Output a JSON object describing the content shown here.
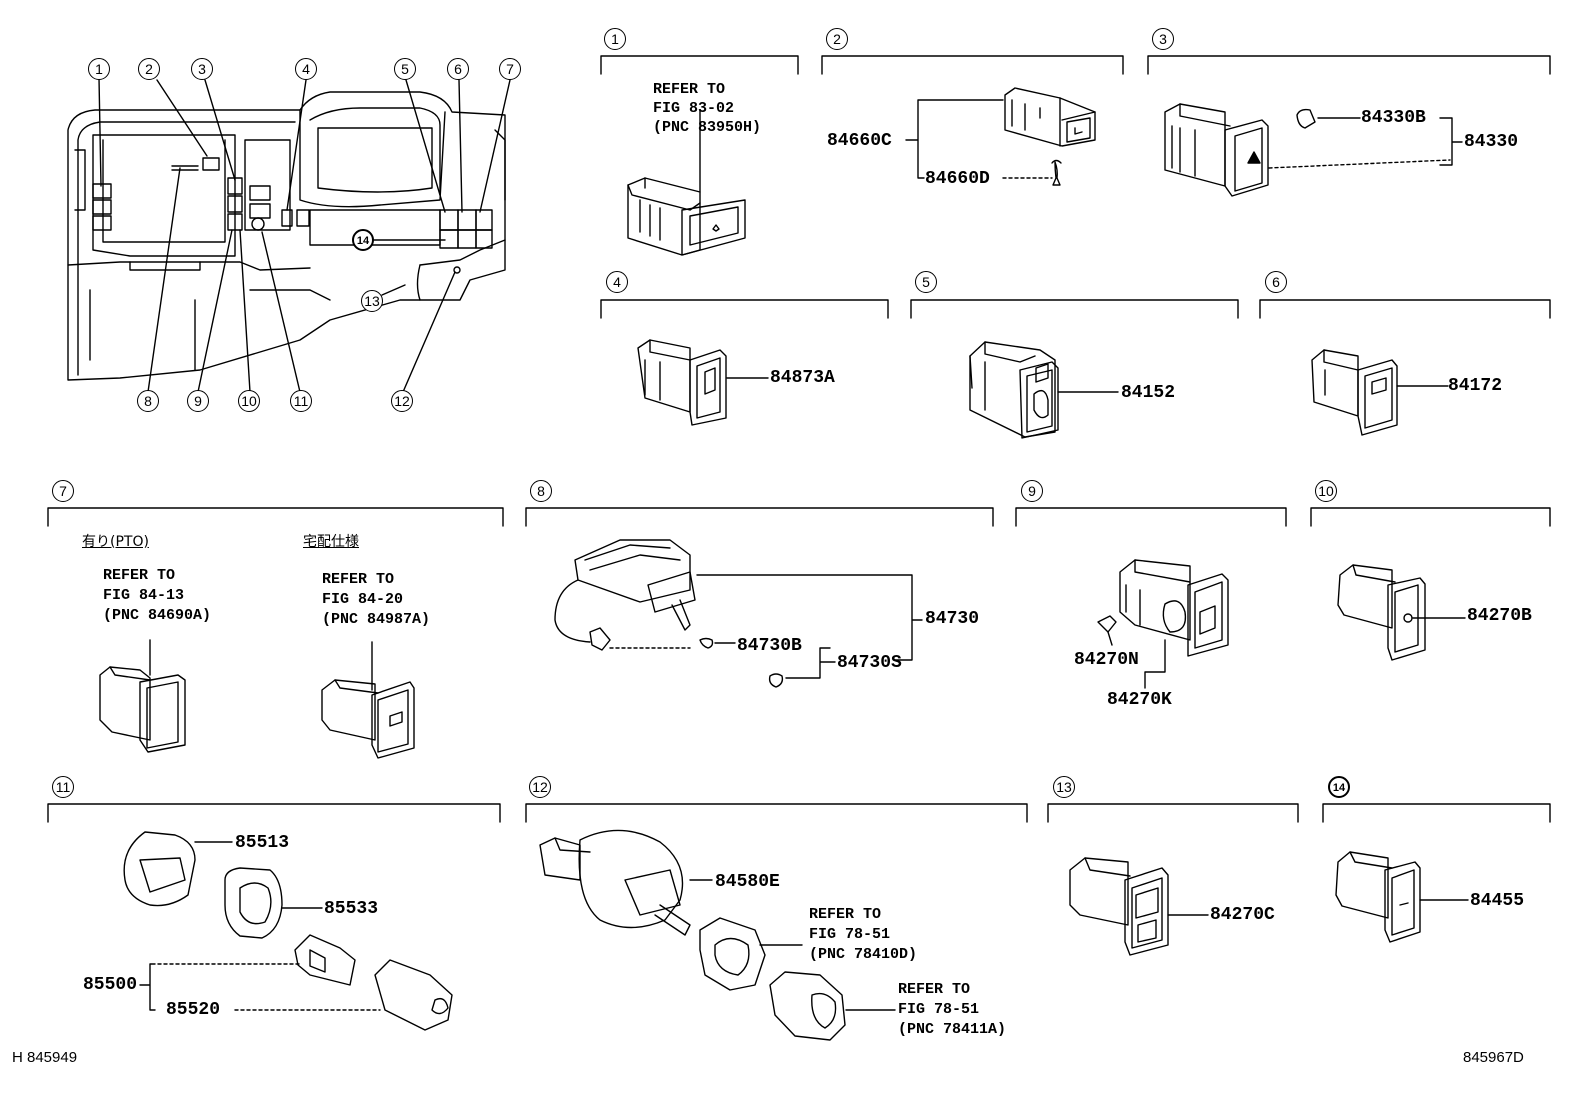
{
  "overview": {
    "callouts": [
      "1",
      "2",
      "3",
      "4",
      "5",
      "6",
      "7",
      "8",
      "9",
      "10",
      "11",
      "12",
      "13",
      "14"
    ]
  },
  "sections": {
    "s1": {
      "num": "1",
      "ref": [
        "REFER TO",
        "FIG 83-02",
        "(PNC 83950H)"
      ]
    },
    "s2": {
      "num": "2",
      "labels": [
        "84660C",
        "84660D"
      ]
    },
    "s3": {
      "num": "3",
      "labels": [
        "84330B",
        "84330"
      ]
    },
    "s4": {
      "num": "4",
      "labels": [
        "84873A"
      ]
    },
    "s5": {
      "num": "5",
      "labels": [
        "84152"
      ]
    },
    "s6": {
      "num": "6",
      "labels": [
        "84172"
      ]
    },
    "s7": {
      "num": "7",
      "variant_a": "有り(PTO)",
      "variant_b": "宅配仕様",
      "ref_a": [
        "REFER TO",
        "FIG 84-13",
        "(PNC 84690A)"
      ],
      "ref_b": [
        "REFER TO",
        "FIG 84-20",
        "(PNC 84987A)"
      ]
    },
    "s8": {
      "num": "8",
      "labels": [
        "84730",
        "84730B",
        "84730S"
      ]
    },
    "s9": {
      "num": "9",
      "labels": [
        "84270N",
        "84270K"
      ]
    },
    "s10": {
      "num": "10",
      "labels": [
        "84270B"
      ]
    },
    "s11": {
      "num": "11",
      "labels": [
        "85513",
        "85533",
        "85500",
        "85520"
      ]
    },
    "s12": {
      "num": "12",
      "labels": [
        "84580E"
      ],
      "ref_a": [
        "REFER TO",
        "FIG 78-51",
        "(PNC 78410D)"
      ],
      "ref_b": [
        "REFER TO",
        "FIG 78-51",
        "(PNC 78411A)"
      ]
    },
    "s13": {
      "num": "13",
      "labels": [
        "84270C"
      ]
    },
    "s14": {
      "num": "14",
      "labels": [
        "84455"
      ]
    }
  },
  "footer": {
    "left": "H 845949",
    "right": "845967D"
  }
}
